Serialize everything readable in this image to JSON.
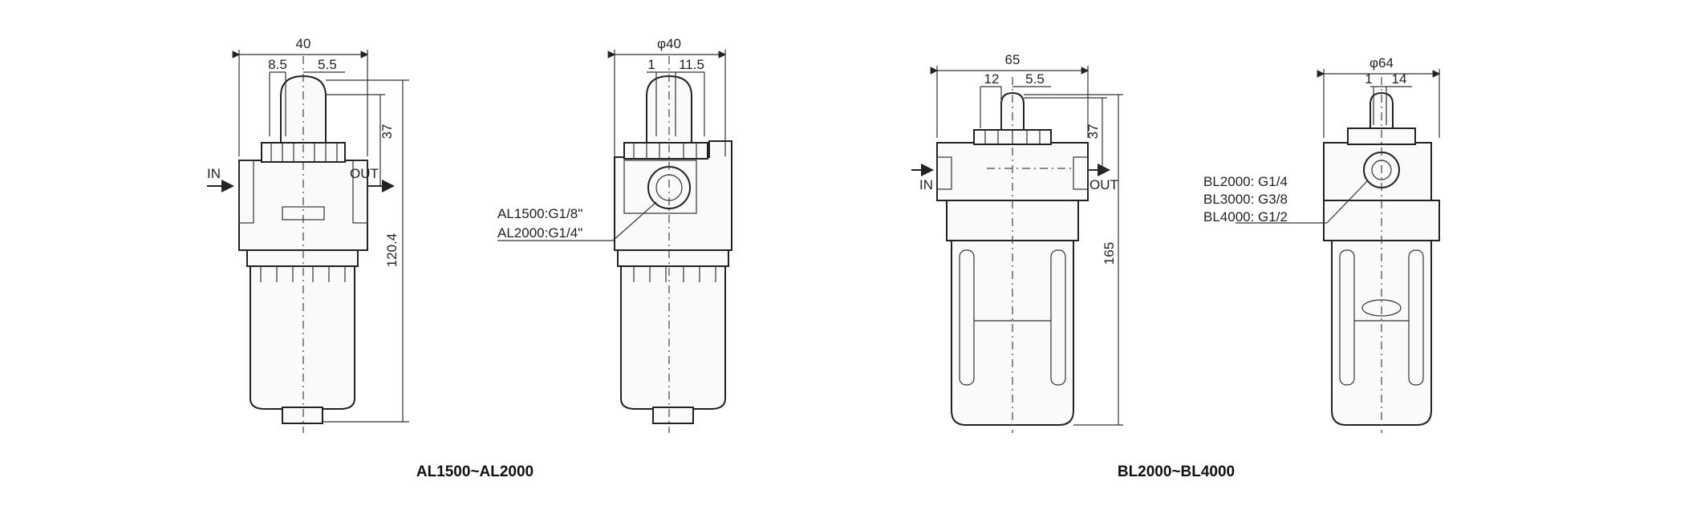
{
  "left_group": {
    "caption": "AL1500~AL2000",
    "front": {
      "width": "40",
      "offset_a": "8.5",
      "offset_b": "5.5",
      "top_height": "37",
      "total_height": "120.4",
      "inlet": "IN",
      "outlet": "OUT"
    },
    "side": {
      "diameter": "φ40",
      "offset_a": "1",
      "offset_b": "11.5",
      "port_note_1": "AL1500:G1/8\"",
      "port_note_2": "AL2000:G1/4\""
    }
  },
  "right_group": {
    "caption": "BL2000~BL4000",
    "front": {
      "width": "65",
      "offset_a": "12",
      "offset_b": "5.5",
      "top_height": "37",
      "total_height": "165",
      "inlet": "IN",
      "outlet": "OUT"
    },
    "side": {
      "diameter": "φ64",
      "offset_a": "1",
      "offset_b": "14",
      "port_note_1": "BL2000: G1/4",
      "port_note_2": "BL3000: G3/8",
      "port_note_3": "BL4000: G1/2"
    }
  }
}
